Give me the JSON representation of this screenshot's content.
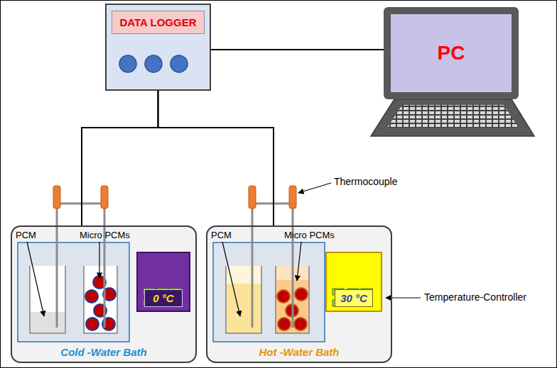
{
  "diagram": {
    "nodes": [
      {
        "text": [
          "DATA LOGGER"
        ]
      },
      {
        "text": [
          "PC"
        ]
      },
      {
        "text": [
          "Cold -Water Bath"
        ]
      },
      {
        "text": [
          "0 °C"
        ],
        "in": 2
      },
      {
        "text": [
          "Hot -Water Bath"
        ]
      },
      {
        "text": [
          "30 °C"
        ],
        "in": 4
      }
    ],
    "edges": [
      {
        "from": 0,
        "to": 1,
        "arrow": "none"
      },
      {
        "from": 0,
        "to": 2,
        "arrow": "none"
      },
      {
        "from": 0,
        "to": 4,
        "arrow": "none"
      }
    ],
    "labels": [
      "PCM",
      "Micro PCMs",
      "PCM",
      "Micro PCMs",
      "Thermocouple",
      "Temperature-Controller"
    ]
  }
}
